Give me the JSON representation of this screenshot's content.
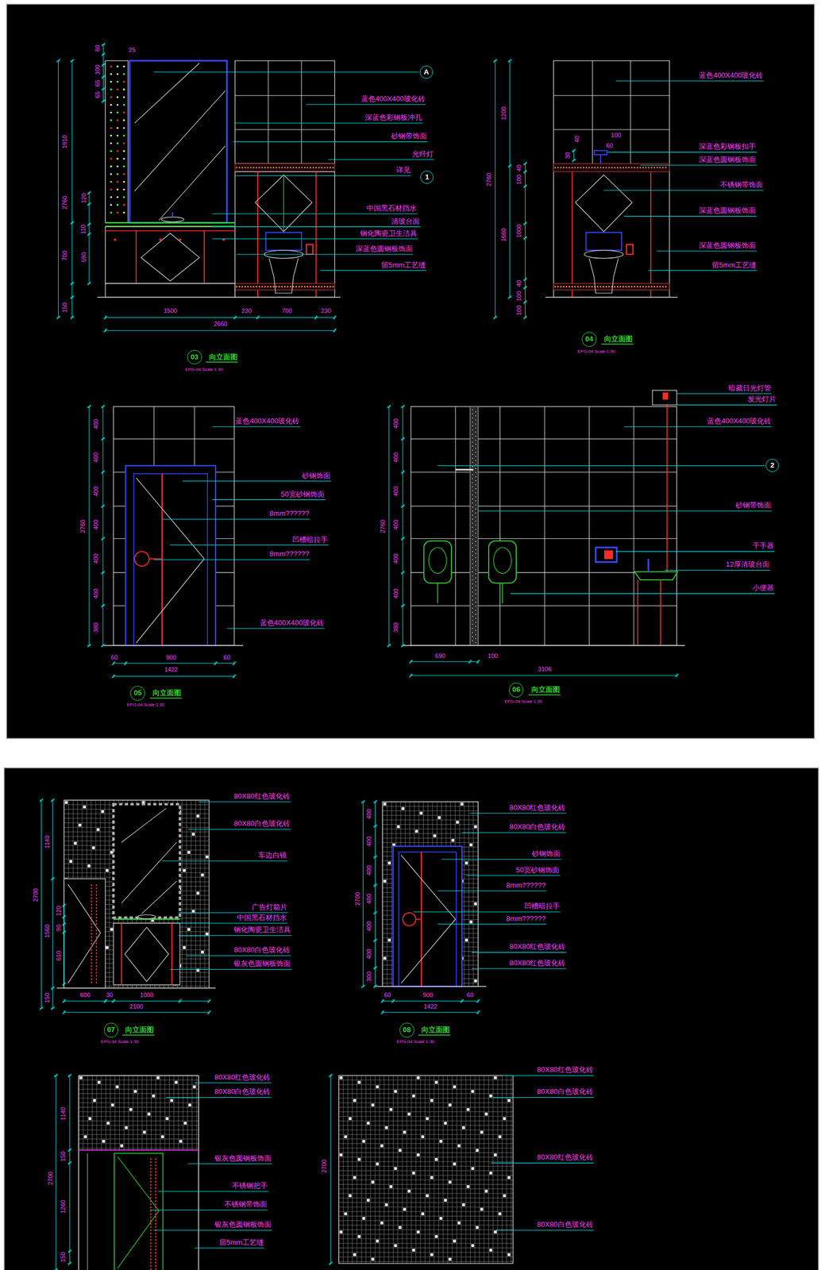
{
  "diagram": {
    "nodes": [
      {
        "text": [
          "A"
        ]
      },
      {
        "text": [
          "1"
        ]
      },
      {
        "text": [
          "03"
        ]
      },
      {
        "text": [
          "04"
        ]
      },
      {
        "text": [
          "05"
        ]
      },
      {
        "text": [
          "2"
        ]
      },
      {
        "text": [
          "06"
        ]
      },
      {
        "text": [
          "07"
        ]
      },
      {
        "text": [
          "08"
        ]
      }
    ],
    "labels": [
      "80",
      "25",
      "100",
      "65",
      "65",
      "1910",
      "2760",
      "120",
      "110",
      "700",
      "590",
      "150",
      "1500",
      "230",
      "700",
      "230",
      "2660",
      "蓝色400X400玻化砖",
      "深蓝色彩钢板冲孔",
      "砂钢带饰面",
      "光纤灯",
      "详见",
      "中国黑石材挡水",
      "清玻台面",
      "钢化陶瓷卫生洁具",
      "深蓝色圆钢板饰面",
      "留5mm工艺缝",
      "向立面图",
      "EPG-04 Scale:1:30",
      "1200",
      "2760",
      "1660",
      "40",
      "100",
      "1000",
      "40",
      "100",
      "100",
      "30",
      "40",
      "100",
      "60",
      "蓝色400X400玻化砖",
      "深蓝色彩钢板扣手",
      "深蓝色圆钢板饰面",
      "不锈钢带饰面",
      "深蓝色圆钢板饰面",
      "深蓝色圆钢板饰面",
      "留5mm工艺缝",
      "向立面图",
      "EPG-04 Scale:1:30",
      "400",
      "400",
      "400",
      "400",
      "400",
      "400",
      "380",
      "2760",
      "60",
      "900",
      "60",
      "1422",
      "蓝色400X400玻化砖",
      "砂钢饰面",
      "50宽砂钢饰面",
      "8mm??????",
      "凹槽暗拉手",
      "8mm??????",
      "蓝色400X400玻化砖",
      "向立面图",
      "EPG-04 Scale:1:30",
      "400",
      "400",
      "400",
      "400",
      "400",
      "400",
      "380",
      "2760",
      "690",
      "100",
      "3106",
      "暗藏日光灯管",
      "发光灯片",
      "蓝色400X400玻化砖",
      "砂钢带饰面",
      "干手器",
      "12厚清玻台面",
      "小便器",
      "向立面图",
      "EPG-04 Scale:1:30",
      "1140",
      "2700",
      "120",
      "90",
      "1560",
      "610",
      "150",
      "600",
      "30",
      "1000",
      "2100",
      "80X80红色玻化砖",
      "80X80白色玻化砖",
      "车边白镜",
      "广告灯箱片",
      "中国黑石材挡水",
      "钢化陶瓷卫生洁具",
      "80X80白色玻化砖",
      "银灰色圆钢板饰面",
      "向立面图",
      "EPG-04 Scale:1:30",
      "400",
      "400",
      "400",
      "400",
      "400",
      "400",
      "300",
      "2700",
      "60",
      "900",
      "60",
      "1422",
      "80X80红色玻化砖",
      "80X80白色玻化砖",
      "砂钢饰面",
      "50宽砂钢饰面",
      "8mm??????",
      "凹槽暗拉手",
      "8mm??????",
      "80X80红色玻化砖",
      "80X80红色玻化砖",
      "向立面图",
      "EPG-04 Scale:1:30",
      "1140",
      "2700",
      "150",
      "1260",
      "150",
      "80X80红色玻化砖",
      "80X80白色玻化砖",
      "银灰色圆钢板饰面",
      "不锈钢把手",
      "不锈钢带饰面",
      "银灰色圆钢板饰面",
      "留5mm工艺缝",
      "2700",
      "80X80红色玻化砖",
      "80X80白色玻化砖",
      "80X80红色玻化砖",
      "80X80白色玻化砖"
    ]
  }
}
